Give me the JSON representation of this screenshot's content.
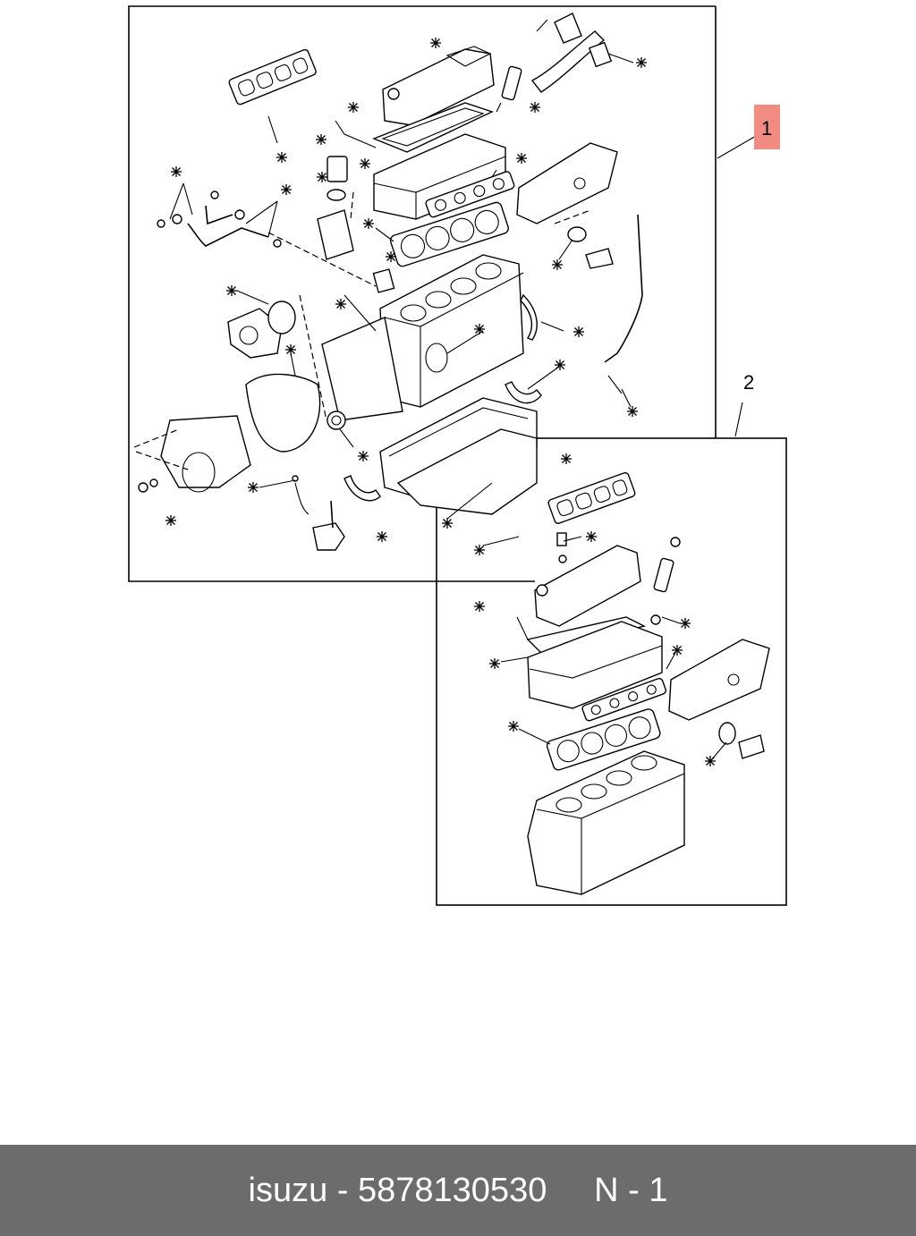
{
  "callouts": {
    "main_kit": "1",
    "secondary_kit": "2"
  },
  "highlight_color": "#f28b82",
  "footer": {
    "text": "isuzu - 5878130530     N - 1"
  }
}
